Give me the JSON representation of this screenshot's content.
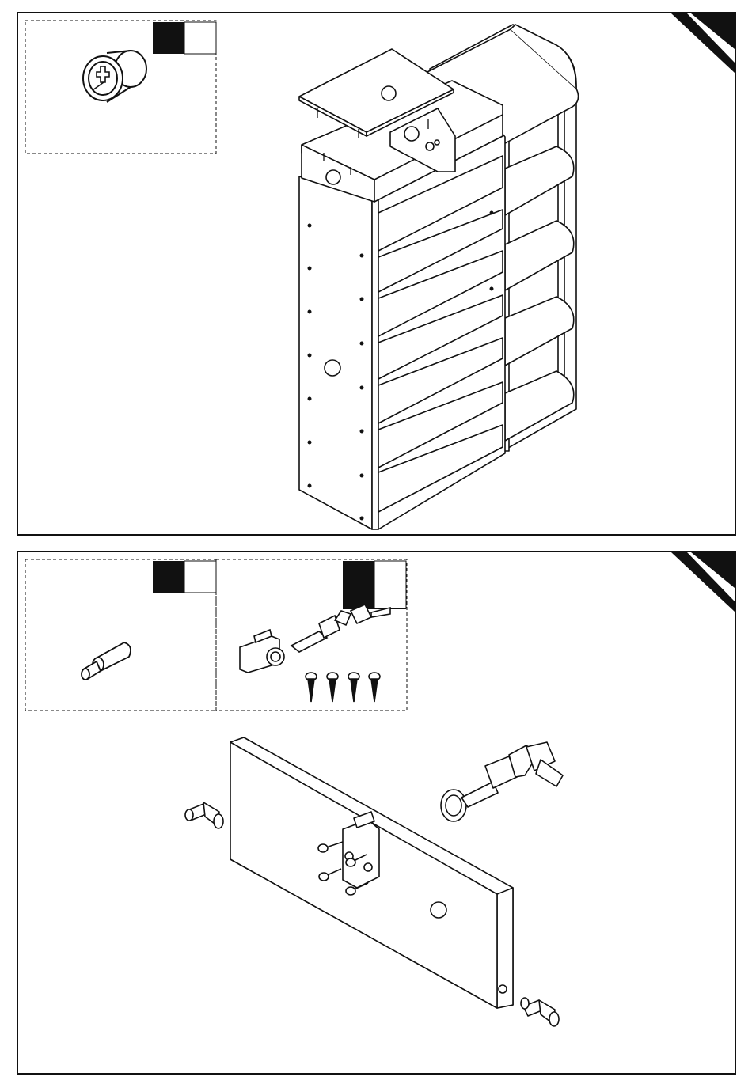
{
  "document": {
    "type": "assembly-instructions",
    "colors": {
      "ink": "#111111",
      "paper": "#ffffff",
      "fill_light": "#f2f2f2"
    }
  },
  "steps": [
    {
      "id": "step-1",
      "parts_boxes": [
        {
          "id": "cam-lock-fitting",
          "icon": "cam-lock-icon",
          "quantity_label": ""
        }
      ],
      "diagram": "shelf-unit-top-assembly"
    },
    {
      "id": "step-2",
      "parts_boxes": [
        {
          "id": "wooden-dowel",
          "icon": "dowel-icon",
          "quantity_label": ""
        },
        {
          "id": "drawer-lock-kit",
          "icon": "lock-with-keys-icon",
          "quantity_label": ""
        }
      ],
      "diagram": "panel-lock-installation"
    }
  ]
}
